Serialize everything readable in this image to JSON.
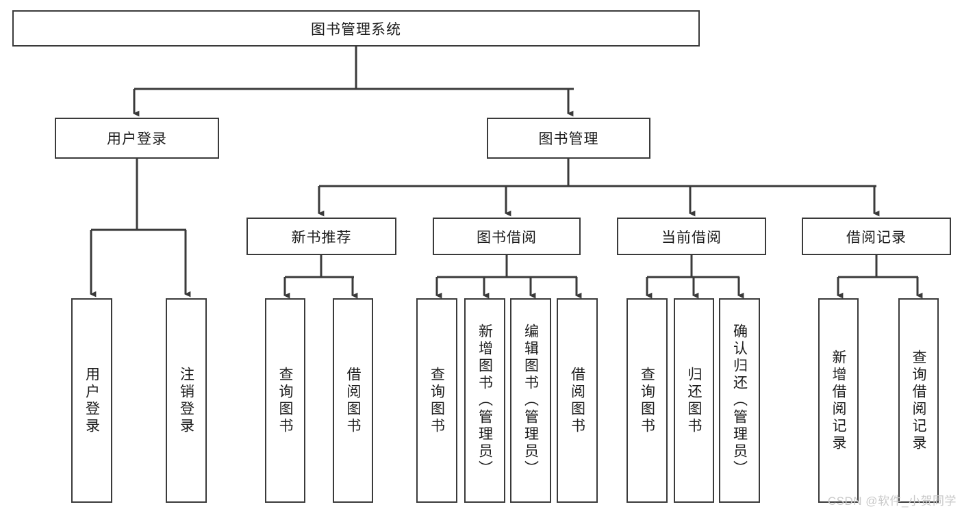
{
  "diagram": {
    "title": "图书管理系统",
    "watermark": "CSDN @软件_小贺同学",
    "line_color": "#3a3a3a",
    "box_fill": "#ffffff",
    "text_color": "#1c1c1c",
    "watermark_color": "#c9c9c9",
    "root": {
      "label": "图书管理系统"
    },
    "level2": [
      {
        "label": "用户登录"
      },
      {
        "label": "图书管理"
      }
    ],
    "level3": [
      {
        "label": "新书推荐"
      },
      {
        "label": "图书借阅"
      },
      {
        "label": "当前借阅"
      },
      {
        "label": "借阅记录"
      }
    ],
    "leaves": {
      "user_login": [
        {
          "label": "用户登录"
        },
        {
          "label": "注销登录"
        }
      ],
      "new_book_recommend": [
        {
          "label": "查询图书"
        },
        {
          "label": "借阅图书"
        }
      ],
      "book_borrow": [
        {
          "label": "查询图书"
        },
        {
          "label": "新增图书（管理员）"
        },
        {
          "label": "编辑图书（管理员）"
        },
        {
          "label": "借阅图书"
        }
      ],
      "current_borrow": [
        {
          "label": "查询图书"
        },
        {
          "label": "归还图书"
        },
        {
          "label": "确认归还（管理员）"
        }
      ],
      "borrow_record": [
        {
          "label": "新增借阅记录"
        },
        {
          "label": "查询借阅记录"
        }
      ]
    }
  }
}
